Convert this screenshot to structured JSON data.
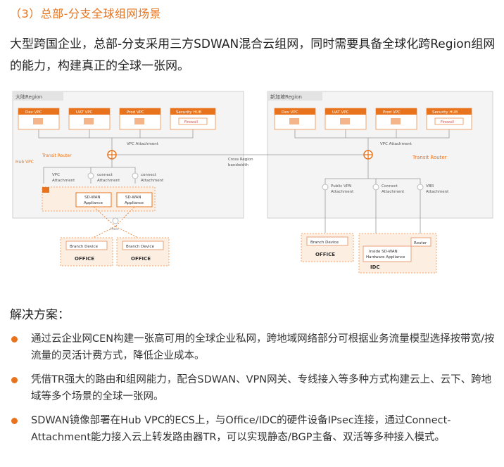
{
  "title": "（3）总部-分支全球组网场景",
  "intro": "大型跨国企业，总部-分支采用三方SDWAN混合云组网，同时需要具备全球化跨Region组网的能力，构建真正的全球一张网。",
  "diagram": {
    "left_region": "大陆Region",
    "right_region": "新加坡Region",
    "hub_vpc": "Hub VPC",
    "left_vpcs": [
      "Dev VPC",
      "UAT VPC",
      "Prod VPC",
      "Security HUB"
    ],
    "right_vpcs": [
      "Dev VPC",
      "UAT VPC",
      "Prod VPC",
      "Security HUB"
    ],
    "firewall": "Firewall",
    "vpc_attachment": "VPC Attachment",
    "transit_router": "Transit Router",
    "cross_region": [
      "Cross Region",
      "bandwidth"
    ],
    "left_attach": {
      "vpc": [
        "VPC",
        "Attachment"
      ],
      "connect1": [
        "connect",
        "Attachment"
      ],
      "connect2": [
        "connect",
        "Attachment"
      ]
    },
    "sdwan": [
      "SD-WAN",
      "Appliance"
    ],
    "ipsec": "IPsec",
    "branch_device": "Branch Device",
    "office": "OFFICE",
    "right_attach": {
      "vpn": [
        "Public VPN",
        "Attachment"
      ],
      "connect": [
        "Connect",
        "Attachment"
      ],
      "vbr": [
        "VBR",
        "Attachment"
      ]
    },
    "router": "Router",
    "idc_appliance": [
      "Inside SD-WAN",
      "Hardware Appliance"
    ],
    "idc": "IDC"
  },
  "solution_title": "解决方案：",
  "bullets": [
    "通过云企业网CEN构建一张高可用的全球企业私网，跨地域网络部分可根据业务流量模型选择按带宽/按流量的灵活计费方式，降低企业成本。",
    "凭借TR强大的路由和组网能力，配合SDWAN、VPN网关、专线接入等多种方式构建云上、云下、跨地域等多个场景的全球一张网。",
    "SDWAN镜像部署在Hub VPC的ECS上，与Office/IDC的硬件设备IPsec连接，通过Connect-Attachment能力接入云上转发路由器TR，可以实现静态/BGP主备、双活等多种接入模式。"
  ],
  "colors": {
    "accent": "#e8731c",
    "region_bg": "#f4f4f4",
    "region_border": "#cfcfcf",
    "box_fill": "#fdeee2"
  }
}
